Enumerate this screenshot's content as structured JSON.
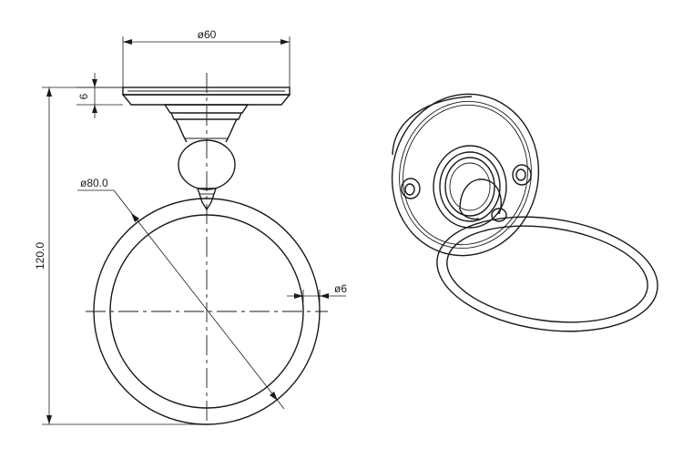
{
  "dimensions": {
    "base_diameter": "ø60",
    "base_thickness": "6",
    "ring_diameter": "ø80.0",
    "ring_section": "ø6",
    "overall_height": "120.0"
  }
}
